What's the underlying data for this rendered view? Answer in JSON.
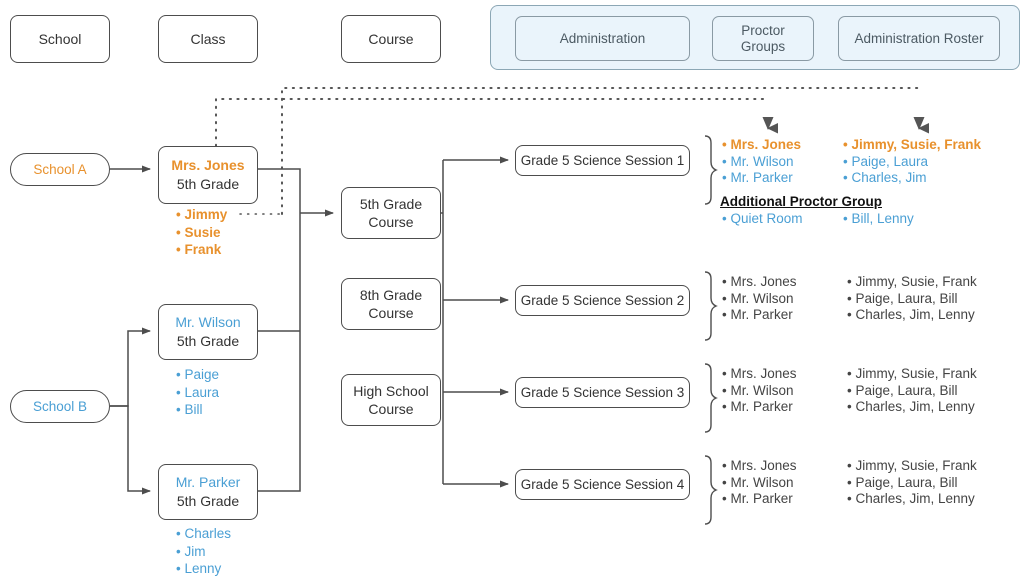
{
  "legend": {
    "school": "School",
    "class": "Class",
    "course": "Course"
  },
  "admin_panel": {
    "administration": "Administration",
    "proctor_groups": "Proctor\nGroups",
    "proctor_groups_line1": "Proctor",
    "proctor_groups_line2": "Groups",
    "administration_roster": "Administration Roster"
  },
  "schools": [
    {
      "label": "School A",
      "color": "#e8912d"
    },
    {
      "label": "School B",
      "color": "#4a9fd4"
    }
  ],
  "classes": [
    {
      "teacher": "Mrs. Jones",
      "grade": "5th Grade",
      "color": "#e8912d",
      "students": [
        "Jimmy",
        "Susie",
        "Frank"
      ]
    },
    {
      "teacher": "Mr. Wilson",
      "grade": "5th Grade",
      "color": "#4a9fd4",
      "students": [
        "Paige",
        "Laura",
        "Bill"
      ]
    },
    {
      "teacher": "Mr. Parker",
      "grade": "5th Grade",
      "color": "#4a9fd4",
      "students": [
        "Charles",
        "Jim",
        "Lenny"
      ]
    }
  ],
  "courses": [
    {
      "line1": "5th Grade",
      "line2": "Course"
    },
    {
      "line1": "8th Grade",
      "line2": "Course"
    },
    {
      "line1": "High School",
      "line2": "Course"
    }
  ],
  "sessions": [
    {
      "name": "Grade 5 Science Session 1",
      "proctors": [
        {
          "text": "Mrs. Jones",
          "color": "orange"
        },
        {
          "text": "Mr. Wilson",
          "color": "blue"
        },
        {
          "text": "Mr. Parker",
          "color": "blue"
        }
      ],
      "rosters": [
        {
          "text": "Jimmy, Susie, Frank",
          "color": "orange"
        },
        {
          "text": "Paige, Laura",
          "color": "blue"
        },
        {
          "text": "Charles, Jim",
          "color": "blue"
        }
      ],
      "additional_group": {
        "title": "Additional Proctor Group",
        "proctor": {
          "text": "Quiet Room",
          "color": "blue"
        },
        "roster": {
          "text": "Bill, Lenny",
          "color": "blue"
        }
      }
    },
    {
      "name": "Grade 5 Science Session 2",
      "proctors": [
        {
          "text": "Mrs. Jones",
          "color": "dark"
        },
        {
          "text": "Mr. Wilson",
          "color": "dark"
        },
        {
          "text": "Mr. Parker",
          "color": "dark"
        }
      ],
      "rosters": [
        {
          "text": "Jimmy, Susie, Frank",
          "color": "dark"
        },
        {
          "text": "Paige, Laura, Bill",
          "color": "dark"
        },
        {
          "text": "Charles, Jim, Lenny",
          "color": "dark"
        }
      ]
    },
    {
      "name": "Grade 5 Science Session 3",
      "proctors": [
        {
          "text": "Mrs. Jones",
          "color": "dark"
        },
        {
          "text": "Mr. Wilson",
          "color": "dark"
        },
        {
          "text": "Mr. Parker",
          "color": "dark"
        }
      ],
      "rosters": [
        {
          "text": "Jimmy, Susie, Frank",
          "color": "dark"
        },
        {
          "text": "Paige, Laura, Bill",
          "color": "dark"
        },
        {
          "text": "Charles, Jim, Lenny",
          "color": "dark"
        }
      ]
    },
    {
      "name": "Grade 5 Science Session 4",
      "proctors": [
        {
          "text": "Mrs. Jones",
          "color": "dark"
        },
        {
          "text": "Mr. Wilson",
          "color": "dark"
        },
        {
          "text": "Mr. Parker",
          "color": "dark"
        }
      ],
      "rosters": [
        {
          "text": "Jimmy, Susie, Frank",
          "color": "dark"
        },
        {
          "text": "Paige, Laura, Bill",
          "color": "dark"
        },
        {
          "text": "Charles, Jim, Lenny",
          "color": "dark"
        }
      ]
    }
  ],
  "colors": {
    "orange": "#e8912d",
    "blue": "#4a9fd4",
    "line": "#4d4d4d",
    "panel_fill": "#eaf4fb",
    "panel_border": "#8ca7b5",
    "text": "#333333"
  }
}
